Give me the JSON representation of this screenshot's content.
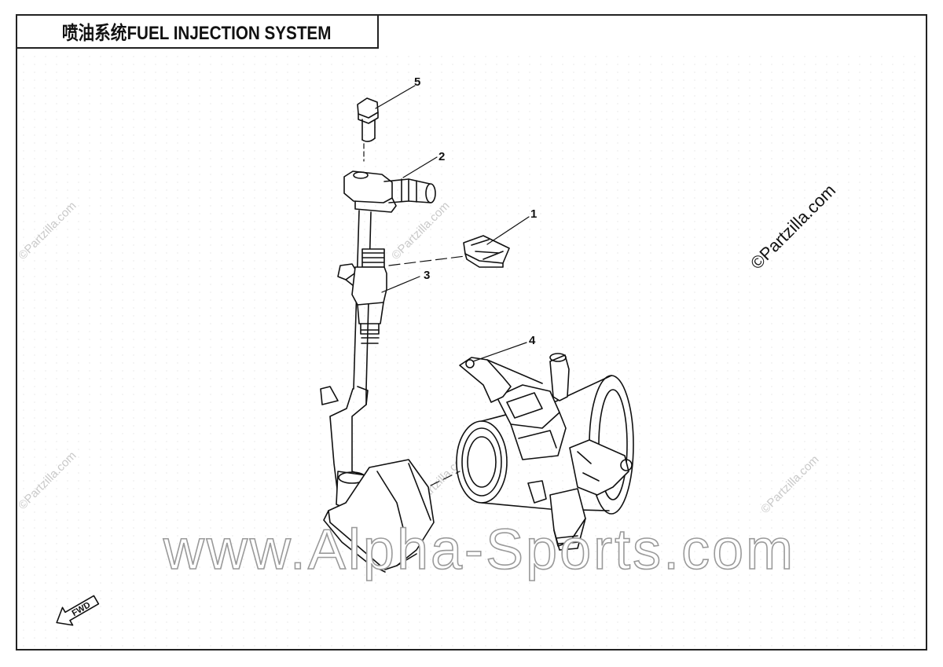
{
  "title": "喷油系统FUEL INJECTION SYSTEM",
  "callouts": [
    {
      "num": "1"
    },
    {
      "num": "2"
    },
    {
      "num": "3"
    },
    {
      "num": "4"
    },
    {
      "num": "5"
    }
  ],
  "watermarks": {
    "small_text": "©Partzilla.com",
    "main_stamp": "©Partzilla.com",
    "big_text": "www.Alpha-Sports.com"
  },
  "fwd_label": "FWD",
  "parts": [
    {
      "num": "1",
      "icon": "clip-icon"
    },
    {
      "num": "2",
      "icon": "fuel-rail-connector-icon"
    },
    {
      "num": "3",
      "icon": "fuel-injector-icon"
    },
    {
      "num": "4",
      "icon": "throttle-body-icon"
    },
    {
      "num": "5",
      "icon": "bolt-icon"
    }
  ]
}
